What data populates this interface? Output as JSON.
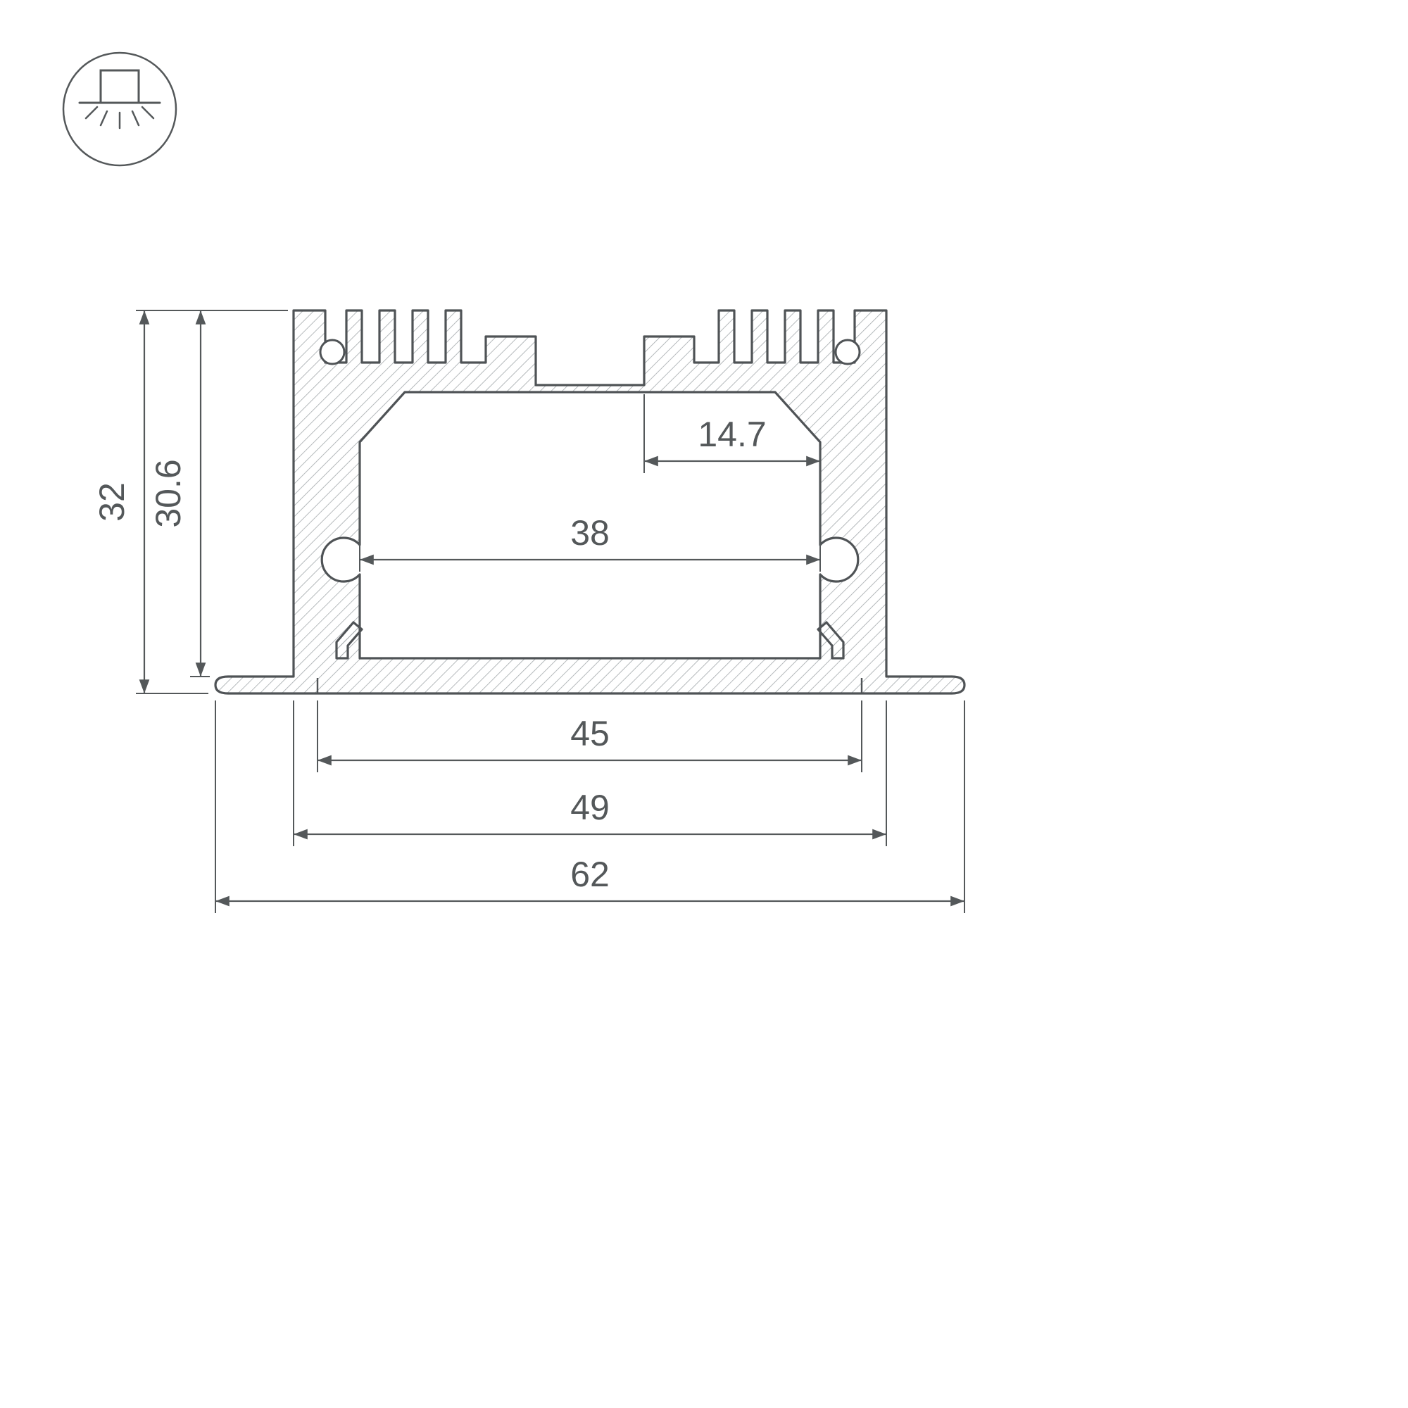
{
  "drawing": {
    "type": "profile-cross-section-technical-drawing",
    "dims": {
      "total_height": "32",
      "body_height": "30.6",
      "slot_to_wall_width": "14.7",
      "inner_width": "38",
      "base_width": "45",
      "body_width": "49",
      "flange_width": "62"
    },
    "colors": {
      "stroke": "#54585a",
      "hatch": "#a8adb0",
      "background": "#ffffff"
    },
    "icon": "recessed-mount"
  }
}
